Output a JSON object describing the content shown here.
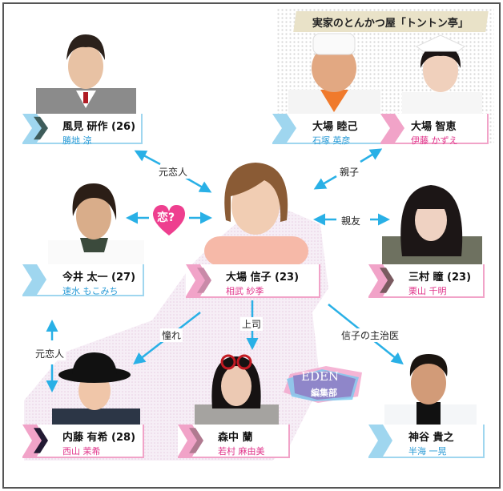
{
  "family_banner": "実家のとんかつ屋「トントン亭」",
  "characters": {
    "kazami": {
      "name": "風見 研作 (26)",
      "actor": "勝地 涼"
    },
    "mutsumi": {
      "name": "大場 睦己",
      "actor": "石塚 英彦"
    },
    "chie": {
      "name": "大場 智恵",
      "actor": "伊藤 かずえ"
    },
    "imai": {
      "name": "今井 太一  (27)",
      "actor": "速水 もこみち"
    },
    "nobuko": {
      "name": "大場 信子 (23)",
      "actor": "相武 紗季"
    },
    "mimura": {
      "name": "三村 瞳  (23)",
      "actor": "栗山 千明"
    },
    "naito": {
      "name": "内藤 有希 (28)",
      "actor": "西山 茉希"
    },
    "morinaka": {
      "name": "森中 蘭",
      "actor": "若村 麻由美"
    },
    "kamiya": {
      "name": "神谷 貴之",
      "actor": "半海 一晃"
    }
  },
  "relations": {
    "ex_lover_kazami": "元恋人",
    "love": "恋?",
    "parent_child": "親子",
    "best_friend": "親友",
    "admire": "憧れ",
    "boss": "上司",
    "doctor": "信子の主治医",
    "ex_lover_imai_naito": "元恋人"
  },
  "eden": {
    "title": "EDEN",
    "subtitle": "編集部"
  },
  "colors": {
    "arrow": "#29b0e6",
    "blue": "#9fd6ef",
    "pink": "#f1a3c8",
    "heart": "#ee3f8f"
  }
}
